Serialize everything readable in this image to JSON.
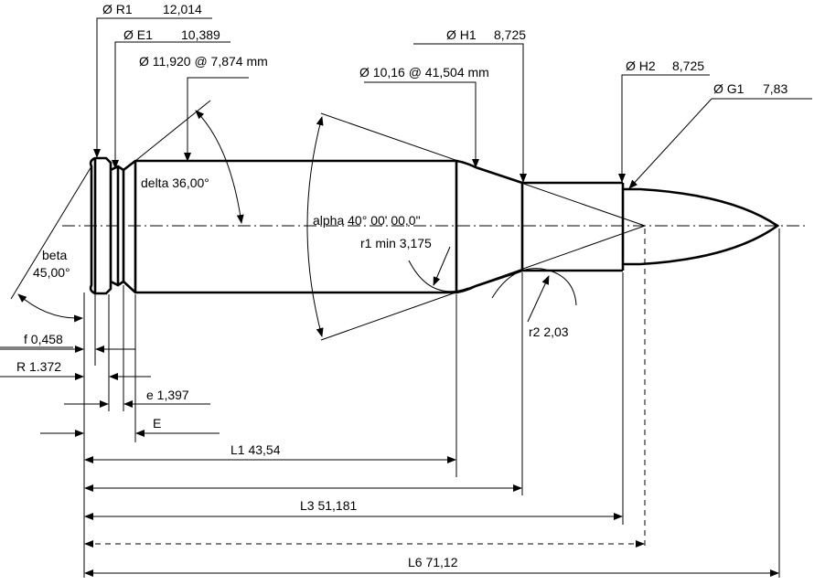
{
  "labels": {
    "r1": "Ø R1",
    "r1_val": "12,014",
    "e1": "Ø E1",
    "e1_val": "10,389",
    "body_dia": "Ø 11,920 @ 7,874 mm",
    "shoulder_dia": "Ø 10,16 @ 41,504 mm",
    "h1": "Ø H1",
    "h1_val": "8,725",
    "h2": "Ø H2",
    "h2_val": "8,725",
    "g1": "Ø G1",
    "g1_val": "7,83",
    "delta": "delta  36,00°",
    "beta1": "beta",
    "beta2": "45,00°",
    "alpha": "alpha  40° 00' 00,0\"",
    "r1min": "r1 min 3,175",
    "r2": "r2  2,03",
    "f": "f 0,458",
    "R": "R 1.372",
    "e": "e   1,397",
    "E": "E",
    "L1": "L1 43,54",
    "L3": "L3   51,181",
    "L6": "L6   71,12"
  }
}
